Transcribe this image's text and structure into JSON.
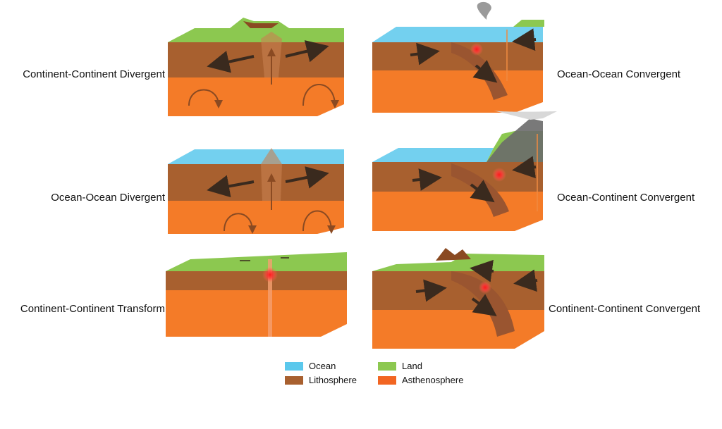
{
  "panels": {
    "cc_divergent": "Continent-Continent Divergent",
    "oo_divergent": "Ocean-Ocean Divergent",
    "cc_transform": "Continent-Continent Transform",
    "oo_convergent": "Ocean-Ocean Convergent",
    "oc_convergent": "Ocean-Continent Convergent",
    "cc_convergent": "Continent-Continent Convergent"
  },
  "legend": {
    "ocean": "Ocean",
    "land": "Land",
    "lithosphere": "Lithosphere",
    "asthenosphere": "Asthenosphere"
  },
  "colors": {
    "ocean": "#5bc8ec",
    "land": "#8cc850",
    "lithosphere": "#a8602f",
    "asthenosphere": "#f26522"
  }
}
